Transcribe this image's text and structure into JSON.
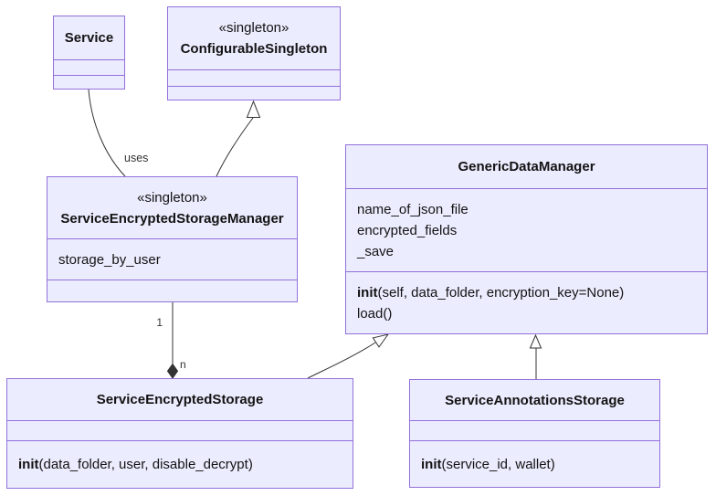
{
  "diagram_type": "uml-class-diagram",
  "colors": {
    "node_fill": "#ECECFF",
    "node_border": "#9370DB",
    "edge_color": "#333333",
    "text_color": "#131313",
    "background": "#ffffff"
  },
  "classes": {
    "service": {
      "name": "Service"
    },
    "configurable_singleton": {
      "stereotype": "«singleton»",
      "name": "ConfigurableSingleton"
    },
    "service_encrypted_storage_manager": {
      "stereotype": "«singleton»",
      "name": "ServiceEncryptedStorageManager",
      "attributes": [
        "storage_by_user"
      ]
    },
    "generic_data_manager": {
      "name": "GenericDataManager",
      "attributes": [
        "name_of_json_file",
        "encrypted_fields",
        "_save"
      ],
      "methods": [
        {
          "emphasis": "init",
          "signature": "(self, data_folder, encryption_key=None)"
        },
        {
          "emphasis": "",
          "signature": "load()"
        }
      ]
    },
    "service_encrypted_storage": {
      "name": "ServiceEncryptedStorage",
      "methods": [
        {
          "emphasis": "init",
          "signature": "(data_folder, user, disable_decrypt)"
        }
      ]
    },
    "service_annotations_storage": {
      "name": "ServiceAnnotationsStorage",
      "methods": [
        {
          "emphasis": "init",
          "signature": "(service_id, wallet)"
        }
      ]
    }
  },
  "edges": {
    "uses": {
      "label": "uses",
      "kind": "association",
      "from": "Service",
      "to": "ServiceEncryptedStorageManager"
    },
    "manager_generalizes_configurable_singleton": {
      "kind": "generalization",
      "from": "ServiceEncryptedStorageManager",
      "to": "ConfigurableSingleton"
    },
    "manager_composition_storage": {
      "kind": "composition",
      "from": "ServiceEncryptedStorageManager",
      "to": "ServiceEncryptedStorage",
      "source_multiplicity": "1",
      "target_multiplicity": "n"
    },
    "encrypted_storage_generalizes_gdm": {
      "kind": "generalization",
      "from": "ServiceEncryptedStorage",
      "to": "GenericDataManager"
    },
    "annotations_storage_generalizes_gdm": {
      "kind": "generalization",
      "from": "ServiceAnnotationsStorage",
      "to": "GenericDataManager"
    }
  }
}
